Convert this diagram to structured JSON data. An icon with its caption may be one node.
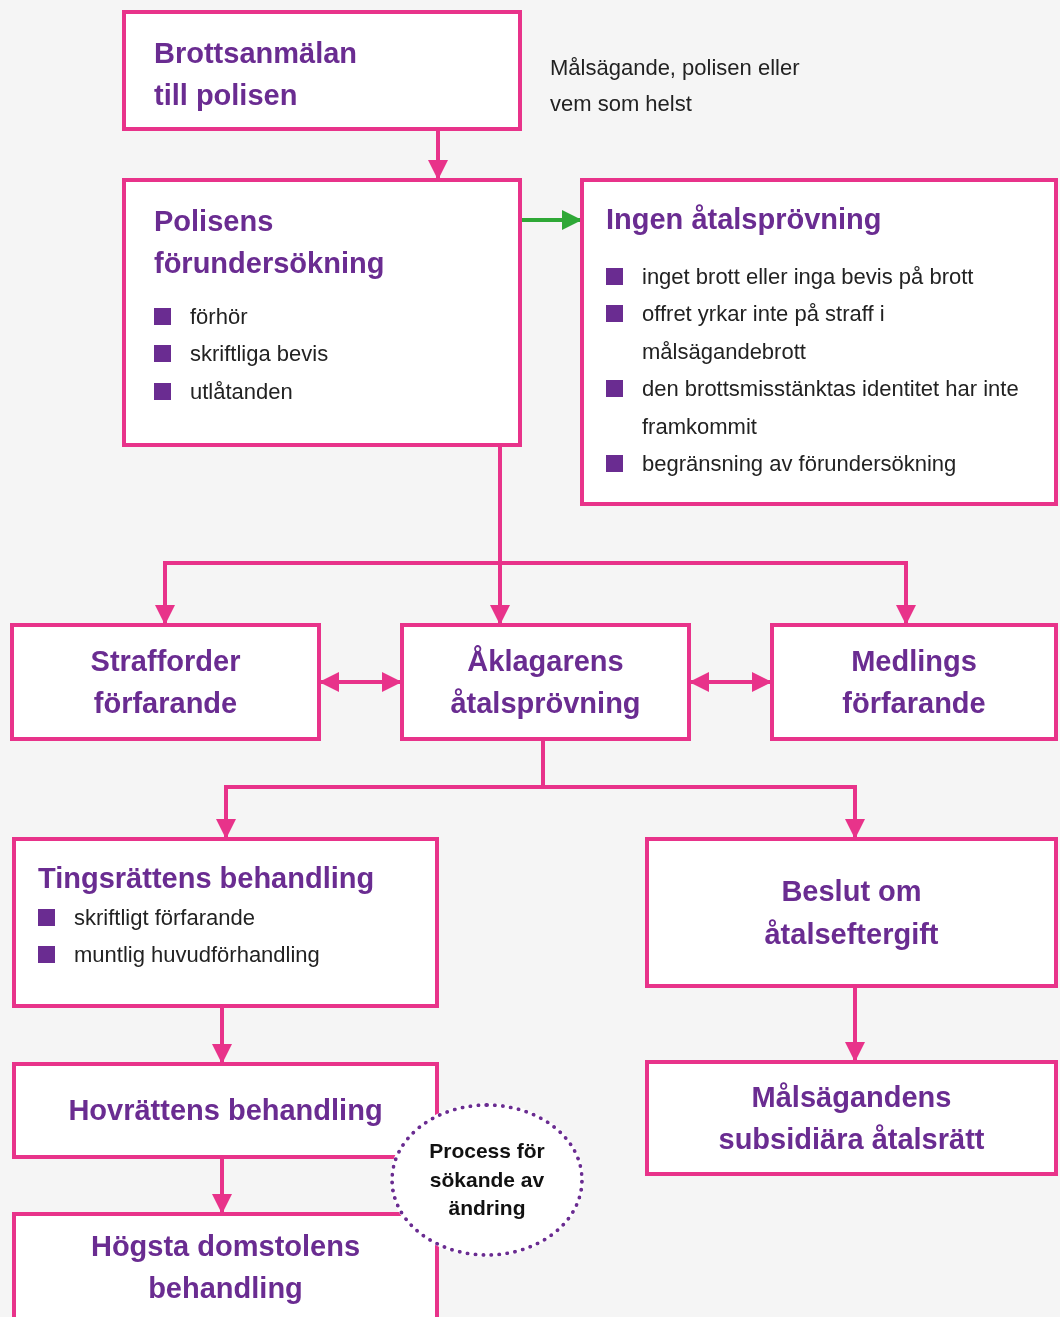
{
  "diagram": {
    "nodes": [
      {
        "text": [
          "Brottsanmälan till polisen"
        ],
        "beside": [
          "Målsägande, polisen eller vem som helst"
        ]
      },
      {
        "text": [
          "Polisens förundersökning",
          "förhör",
          "skriftliga bevis",
          "utlåtanden"
        ]
      },
      {
        "text": [
          "Ingen åtalsprövning",
          "inget brott eller inga bevis på brott",
          "offret yrkar inte på straff i målsägandebrott",
          "den brottsmisstänktas identitet har inte framkommit",
          "begränsning av förundersökning"
        ]
      },
      {
        "text": [
          "Strafforder förfarande"
        ]
      },
      {
        "text": [
          "Åklagarens åtalsprövning"
        ]
      },
      {
        "text": [
          "Medlings förfarande"
        ]
      },
      {
        "text": [
          "Tingsrättens behandling",
          "skriftligt förfarande",
          "muntlig huvudförhandling"
        ]
      },
      {
        "text": [
          "Beslut om åtalseftergift"
        ]
      },
      {
        "text": [
          "Hovrättens behandling"
        ]
      },
      {
        "text": [
          "Målsägandens subsidiära åtalsrätt"
        ]
      },
      {
        "text": [
          "Högsta domstolens behandling"
        ]
      },
      {
        "text": [
          "Process för sökande av ändring"
        ]
      }
    ],
    "edges": [
      {
        "from": 0,
        "to": 1,
        "arrow": "to"
      },
      {
        "from": 1,
        "to": 2,
        "arrow": "to",
        "color": "#2ea836"
      },
      {
        "from": 1,
        "to": 3,
        "arrow": "to"
      },
      {
        "from": 1,
        "to": 4,
        "arrow": "to"
      },
      {
        "from": 1,
        "to": 5,
        "arrow": "to"
      },
      {
        "from": 3,
        "to": 4,
        "arrow": "both"
      },
      {
        "from": 4,
        "to": 5,
        "arrow": "both"
      },
      {
        "from": 4,
        "to": 6,
        "arrow": "to"
      },
      {
        "from": 4,
        "to": 7,
        "arrow": "to"
      },
      {
        "from": 6,
        "to": 8,
        "arrow": "to"
      },
      {
        "from": 8,
        "to": 10,
        "arrow": "to"
      },
      {
        "from": 7,
        "to": 9,
        "arrow": "to"
      }
    ]
  }
}
